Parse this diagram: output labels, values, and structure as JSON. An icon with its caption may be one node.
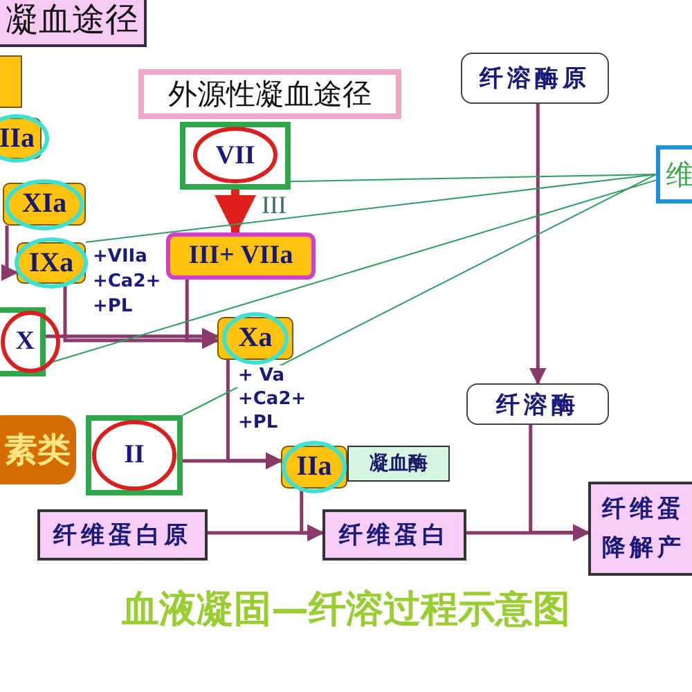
{
  "diagram": {
    "caption": "血液凝固—纤溶过程示意图",
    "nodes": [
      {
        "text": [
          "凝血途径"
        ]
      },
      {
        "text": [],
        "shape": "box"
      },
      {
        "text": [
          "IIa"
        ]
      },
      {
        "text": [
          "XIa"
        ]
      },
      {
        "text": [
          "IXa"
        ]
      },
      {
        "text": [
          "外源性凝血途径"
        ]
      },
      {
        "text": [
          "VII"
        ]
      },
      {
        "text": [
          "III+ VIIa"
        ]
      },
      {
        "text": [
          "X"
        ]
      },
      {
        "text": [
          "Xa"
        ]
      },
      {
        "text": [
          "素类"
        ]
      },
      {
        "text": [
          "II"
        ]
      },
      {
        "text": [
          "IIa"
        ]
      },
      {
        "text": [
          "凝血酶"
        ]
      },
      {
        "text": [
          "纤维蛋白原"
        ]
      },
      {
        "text": [
          "纤维蛋白"
        ]
      },
      {
        "text": [
          "纤溶酶原"
        ]
      },
      {
        "text": [
          "纤溶酶"
        ]
      },
      {
        "text": [
          "纤维蛋降解产"
        ]
      },
      {
        "text": [
          "维"
        ]
      }
    ],
    "edges": [
      {
        "from": 6,
        "to": 7,
        "arrow": "to",
        "label": "III",
        "style": "thick",
        "color": "#e0201c"
      },
      {
        "from": 3,
        "to": 4,
        "arrow": "to"
      },
      {
        "from": 4,
        "to": 9,
        "arrow": "to"
      },
      {
        "from": 7,
        "to": 9,
        "arrow": "to"
      },
      {
        "from": 8,
        "to": 9,
        "arrow": "to"
      },
      {
        "from": 9,
        "to": 12,
        "arrow": "to"
      },
      {
        "from": 11,
        "to": 12,
        "arrow": "to"
      },
      {
        "from": 12,
        "to": 15,
        "arrow": "to"
      },
      {
        "from": 14,
        "to": 15,
        "arrow": "to"
      },
      {
        "from": 16,
        "to": 17,
        "arrow": "to"
      },
      {
        "from": 17,
        "to": 18,
        "arrow": "to"
      },
      {
        "from": 15,
        "to": 18,
        "arrow": "to"
      },
      {
        "from": 19,
        "to": 6,
        "arrow": "none",
        "color": "#2e9e5e"
      },
      {
        "from": 19,
        "to": 4,
        "arrow": "none",
        "color": "#2e9e5e"
      },
      {
        "from": 19,
        "to": 8,
        "arrow": "none",
        "color": "#2e9e5e"
      },
      {
        "from": 19,
        "to": 11,
        "arrow": "none",
        "color": "#2e9e5e"
      }
    ],
    "labels": [
      "+VIIa",
      "+Ca2+",
      "+PL",
      "+ Va",
      "+Ca2+",
      "+PL"
    ]
  }
}
